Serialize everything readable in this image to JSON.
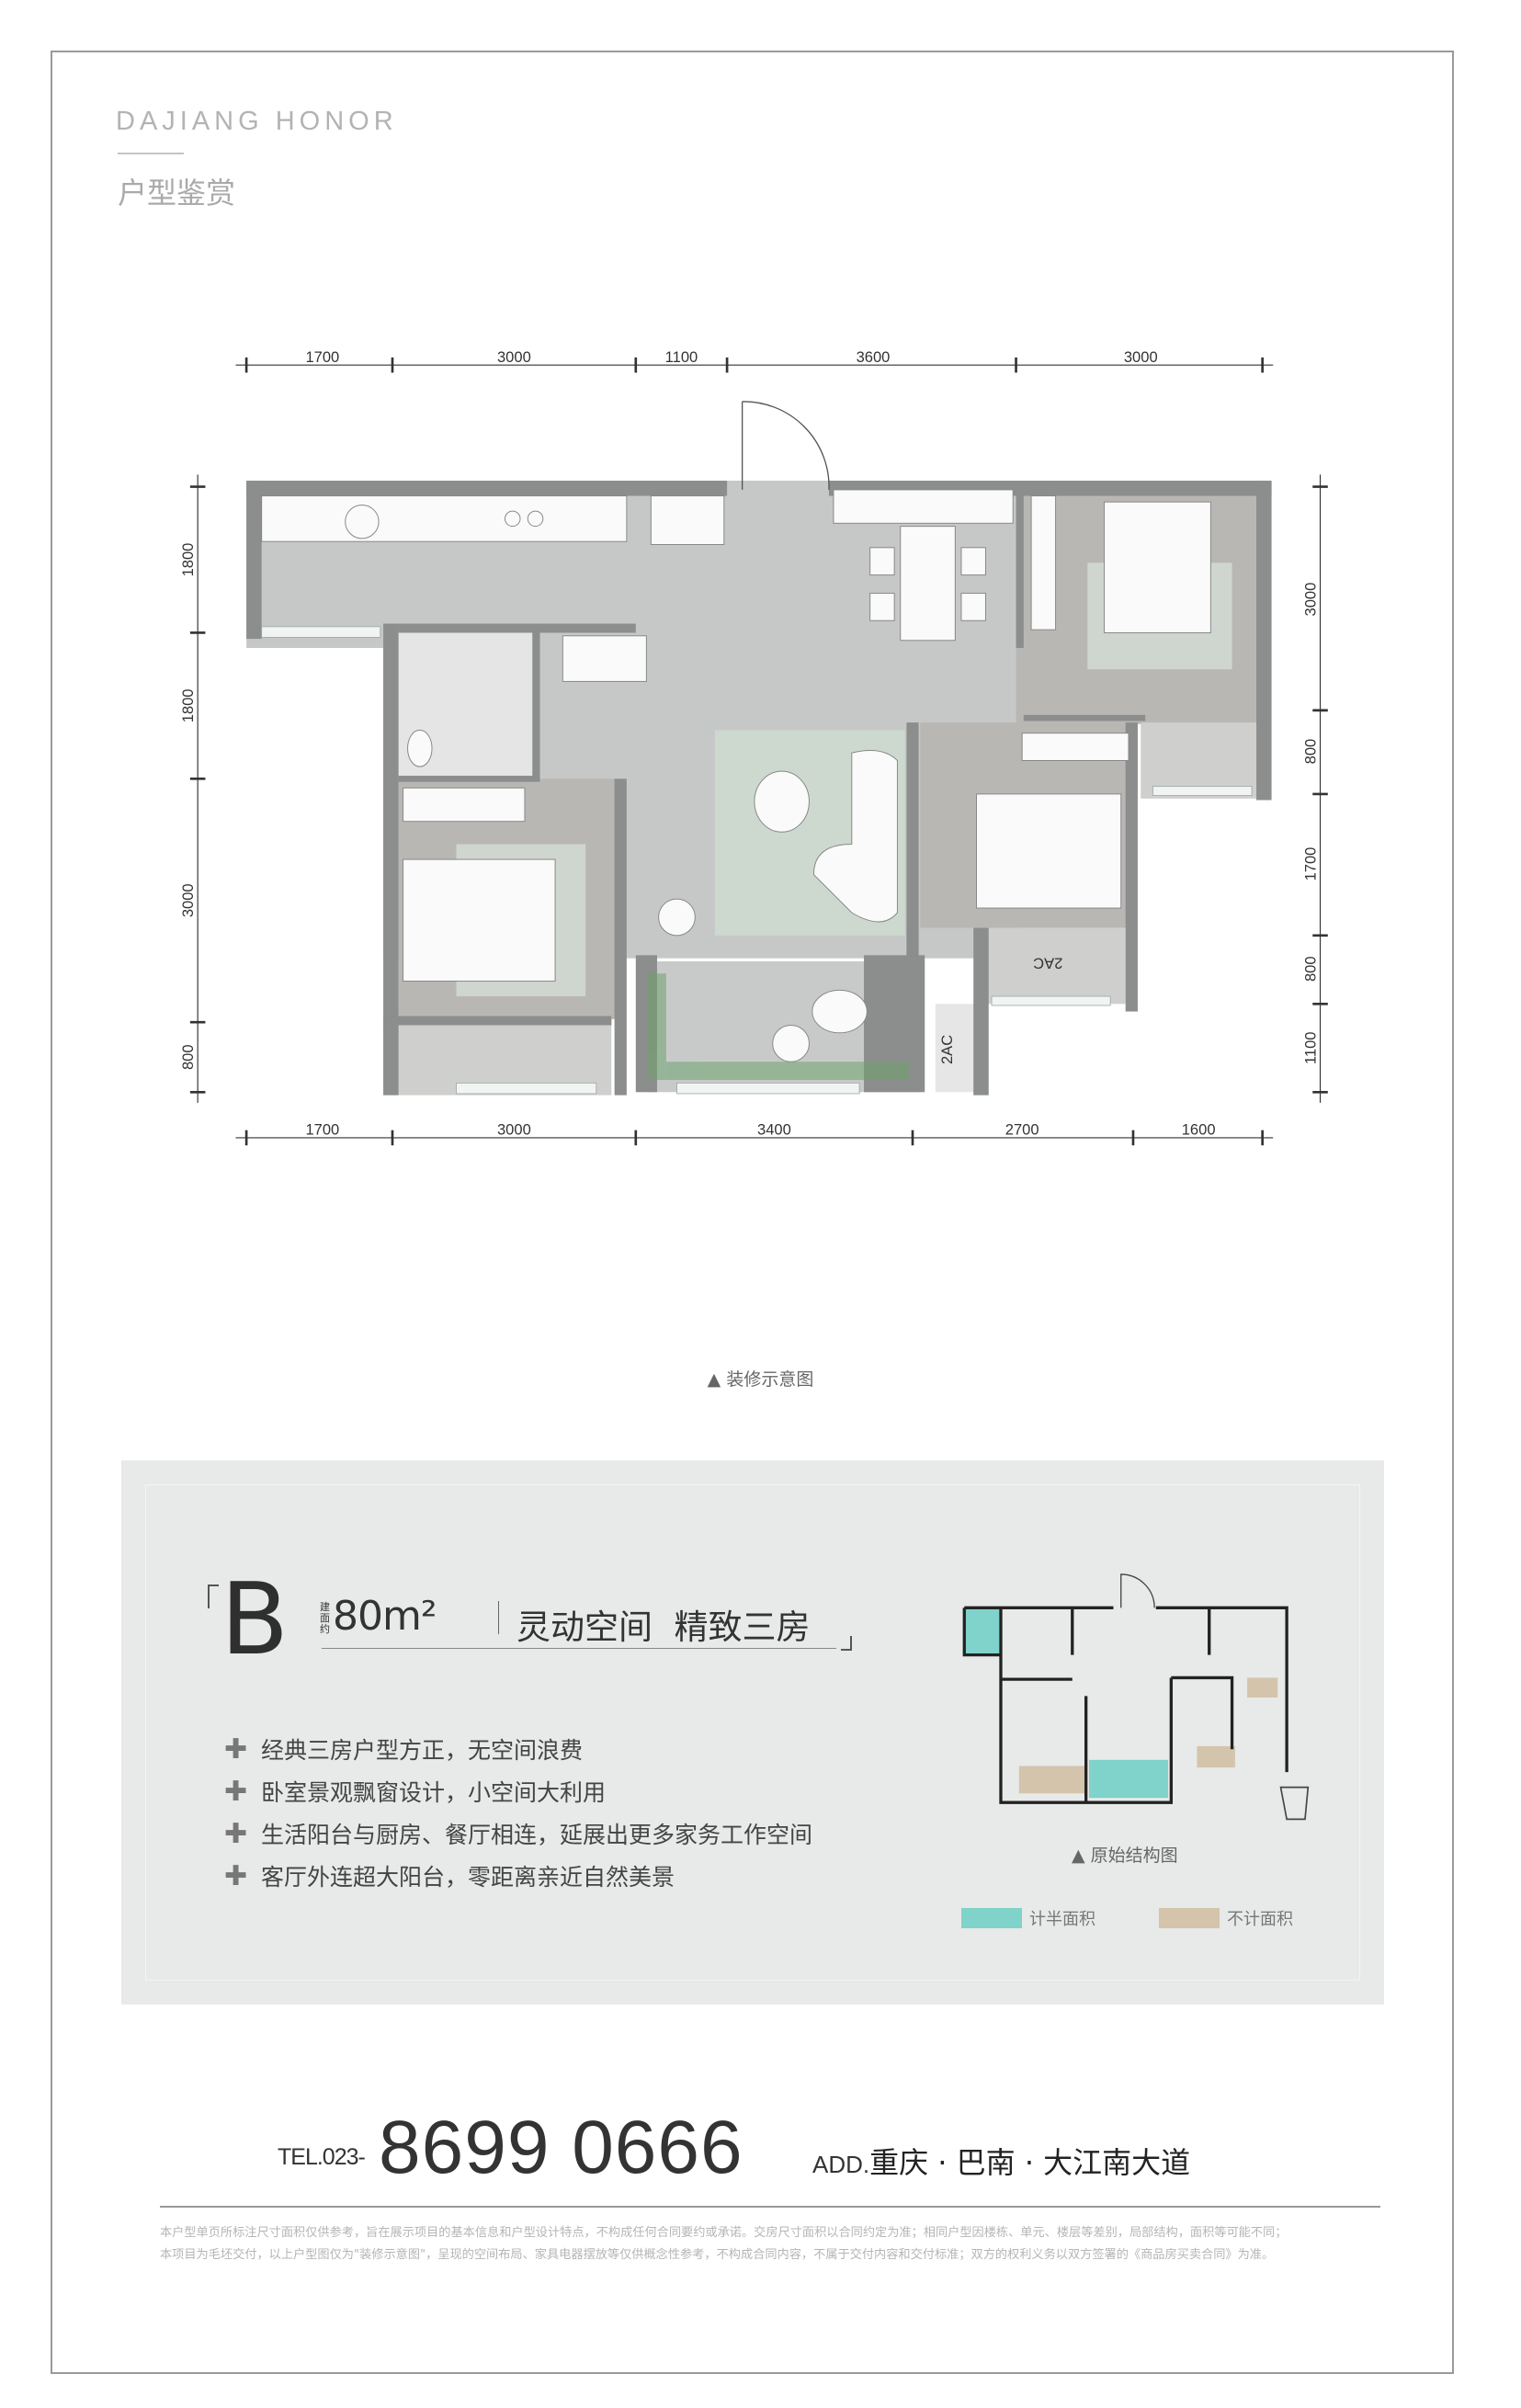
{
  "header": {
    "brand": "DAJIANG HONOR",
    "subtitle": "户型鉴赏"
  },
  "floor_plan": {
    "dims": {
      "top": [
        "1700",
        "3000",
        "1100",
        "3600",
        "3000"
      ],
      "bottom": [
        "1700",
        "3000",
        "3400",
        "2700",
        "1600"
      ],
      "left": [
        "1800",
        "1800",
        "3000",
        "800"
      ],
      "right": [
        "3000",
        "800",
        "1700",
        "800",
        "1100"
      ]
    },
    "ac_labels": [
      "2AC",
      "2AC"
    ],
    "caption": "▲ 装修示意图"
  },
  "info": {
    "type": "B",
    "area_prefix": "建面约",
    "area": "80m²",
    "slogan": "灵动空间  精致三房",
    "features": [
      "经典三房户型方正，无空间浪费",
      "卧室景观飘窗设计，小空间大利用",
      "生活阳台与厨房、餐厅相连，延展出更多家务工作空间",
      "客厅外连超大阳台，零距离亲近自然美景"
    ],
    "original_caption": "▲ 原始结构图",
    "legend": [
      {
        "label": "计半面积",
        "color": "#7fd3ca"
      },
      {
        "label": "不计面积",
        "color": "#d3c4ab"
      }
    ]
  },
  "contact": {
    "tel_prefix": "TEL.023-",
    "tel_number": "8699 0666",
    "addr_prefix": "ADD.",
    "address": "重庆 · 巴南 · 大江南大道"
  },
  "disclaimer": [
    "本户型单页所标注尺寸面积仅供参考，旨在展示项目的基本信息和户型设计特点，不构成任何合同要约或承诺。交房尺寸面积以合同约定为准；相同户型因楼栋、单元、楼层等差别，局部结构，面积等可能不同；",
    "本项目为毛坯交付，以上户型图仅为\"装修示意图\"，呈现的空间布局、家具电器摆放等仅供概念性参考，不构成合同内容，不属于交付内容和交付标准；双方的权利义务以双方签署的《商品房买卖合同》为准。"
  ]
}
